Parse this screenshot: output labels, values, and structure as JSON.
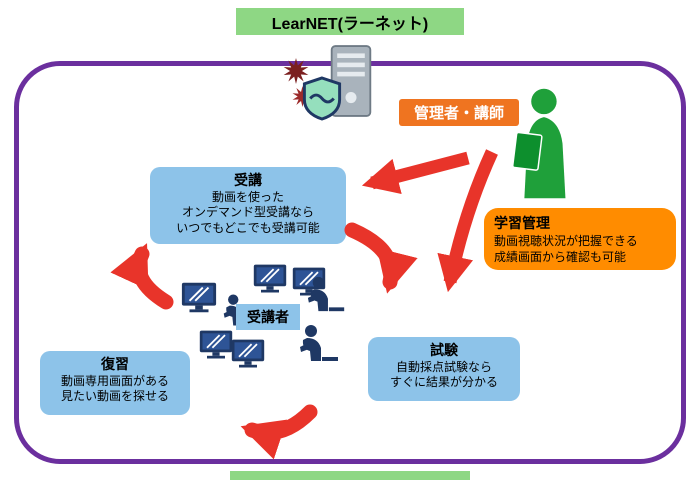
{
  "header": {
    "title": "LearNET(ラーネット)"
  },
  "admin": {
    "label": "管理者・講師"
  },
  "boxes": {
    "course": {
      "title": "受講",
      "lines": [
        "動画を使った",
        "オンデマンド型受講なら",
        "いつでもどこでも受講可能"
      ]
    },
    "learnmgmt": {
      "title": "学習管理",
      "lines": [
        "動画視聴状況が把握できる",
        "成績画面から確認も可能"
      ]
    },
    "students": {
      "title": "受講者"
    },
    "exam": {
      "title": "試験",
      "lines": [
        "自動採点試験なら",
        "すぐに結果が分かる"
      ]
    },
    "review": {
      "title": "復習",
      "lines": [
        "動画専用画面がある",
        "見たい動画を探せる"
      ]
    }
  },
  "colors": {
    "banner_green": "#8ed784",
    "frame_purple": "#6b2f9e",
    "box_blue": "#8dc3e9",
    "box_orange": "#ff8c00",
    "admin_orange": "#ef7420",
    "arrow_red": "#e8342a",
    "person_green": "#1fa03a",
    "icon_navy": "#1f3864",
    "virus_dark_red": "#7b1f1f"
  },
  "icons": {
    "server": "server-icon",
    "shield": "shield-icon",
    "virus": "virus-icon",
    "instructor": "instructor-icon",
    "monitor": "monitor-icon",
    "student": "student-at-computer-icon"
  }
}
